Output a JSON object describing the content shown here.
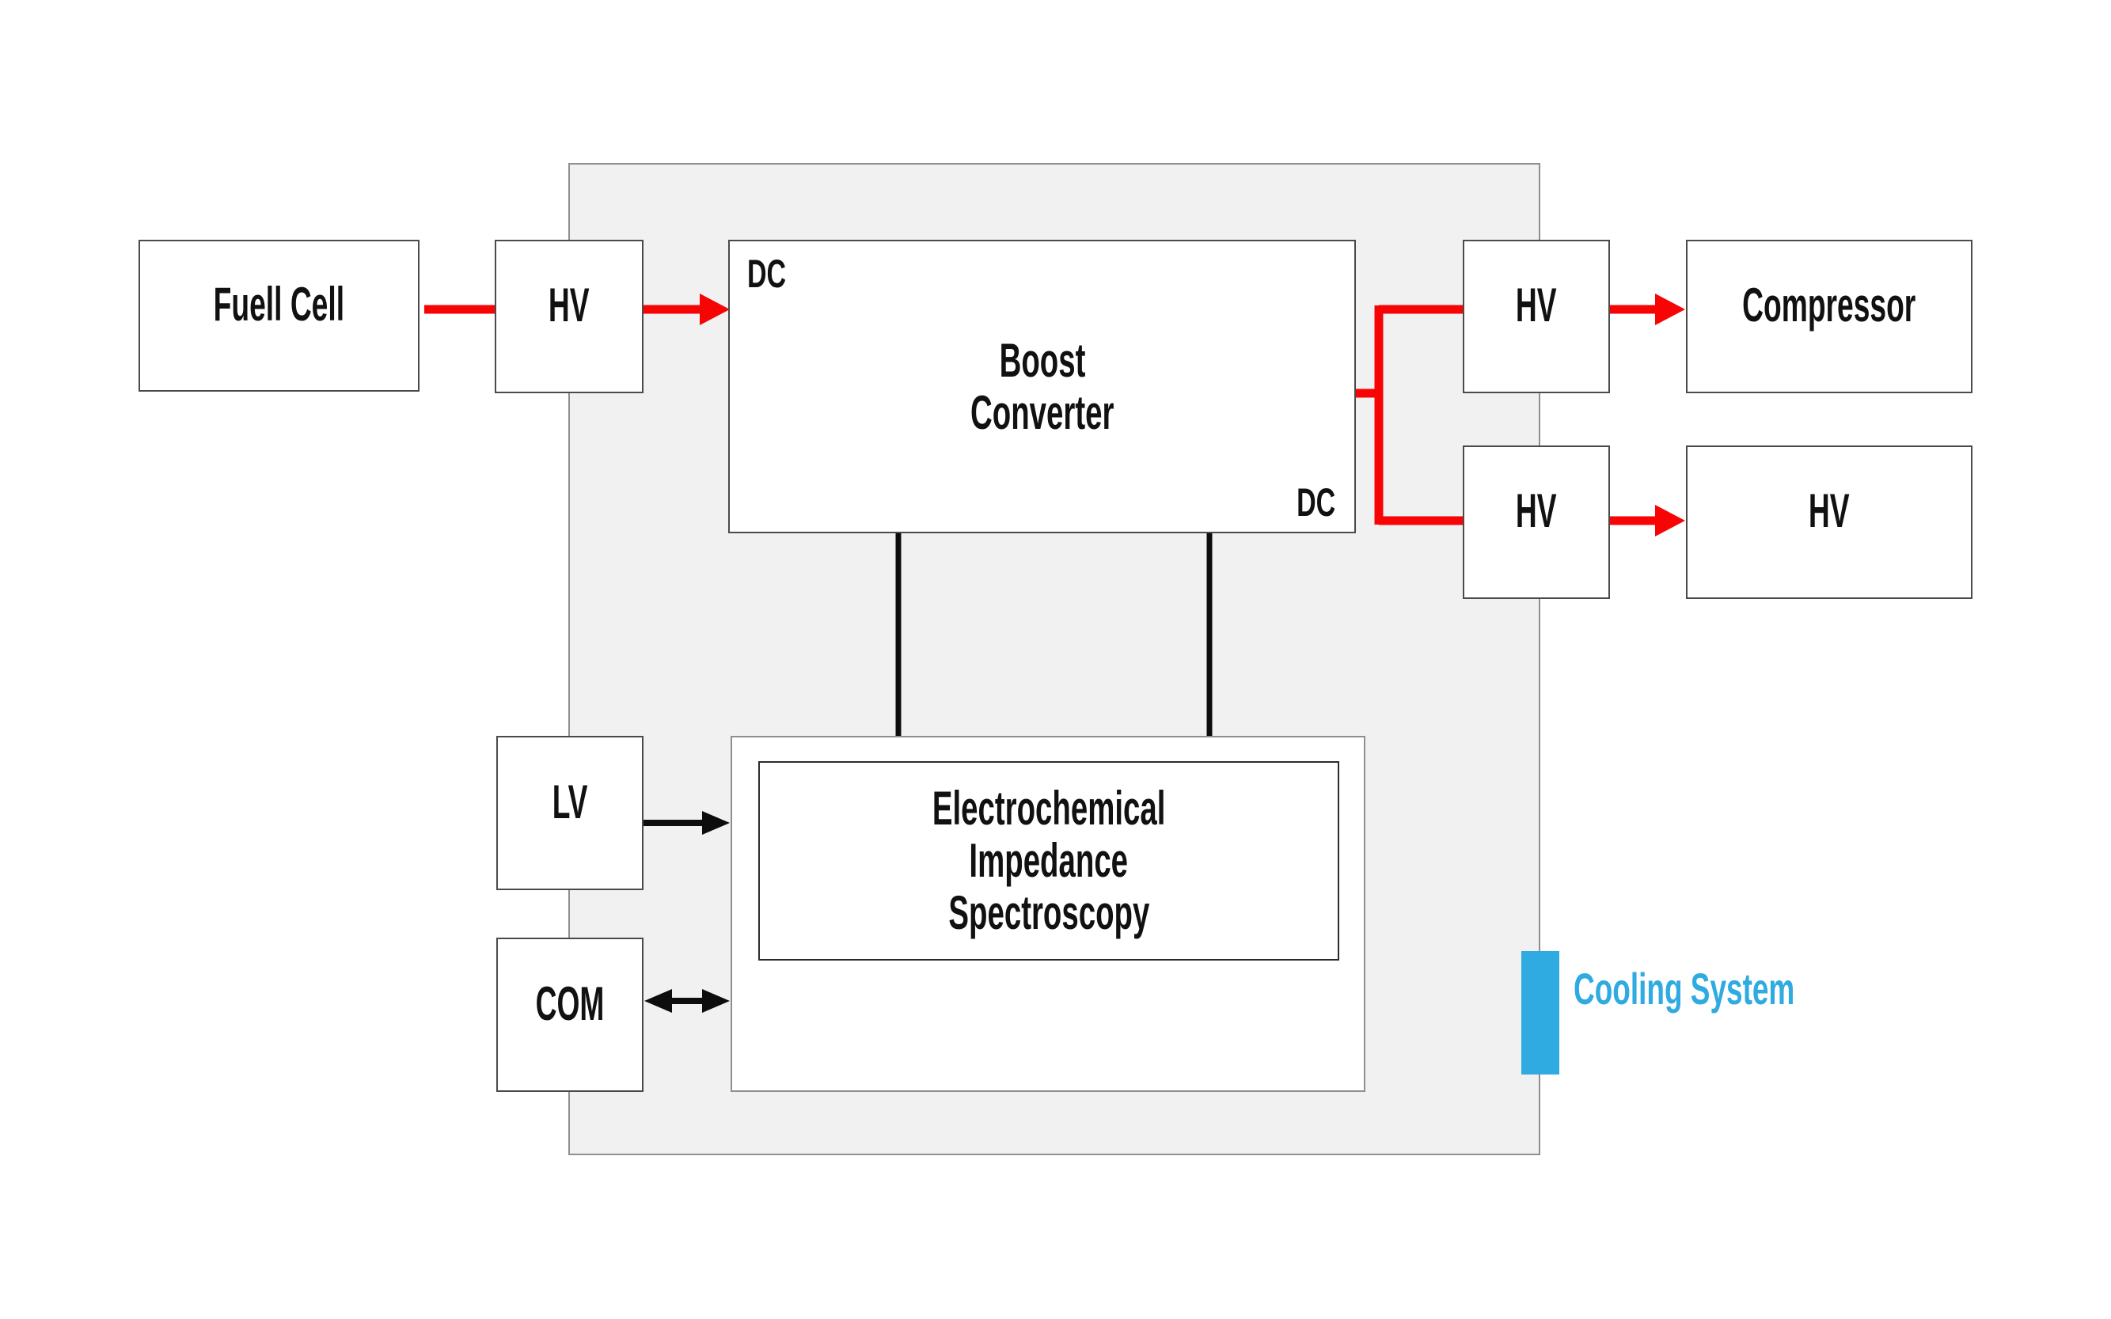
{
  "diagram": {
    "fuel_cell": {
      "label": "Fuell Cell"
    },
    "hv_in": {
      "label": "HV"
    },
    "boost": {
      "dc_top": "DC",
      "dc_bottom": "DC",
      "line1": "Boost",
      "line2": "Converter"
    },
    "hv_comp": {
      "label": "HV"
    },
    "compressor": {
      "label": "Compressor"
    },
    "hv_mid": {
      "label": "HV"
    },
    "hv_out": {
      "label": "HV"
    },
    "lv": {
      "label": "LV"
    },
    "com": {
      "label": "COM"
    },
    "eis": {
      "line1": "Electrochemical",
      "line2": "Impedance",
      "line3": "Spectroscopy"
    },
    "cooling": {
      "label": "Cooling System"
    },
    "colors": {
      "red": "#f70505",
      "blue": "#2fabe1",
      "container_fill": "#f1f1f2",
      "border_gray": "#8f8f8f",
      "border_dark": "#4a4a4a",
      "text": "#111111"
    }
  }
}
